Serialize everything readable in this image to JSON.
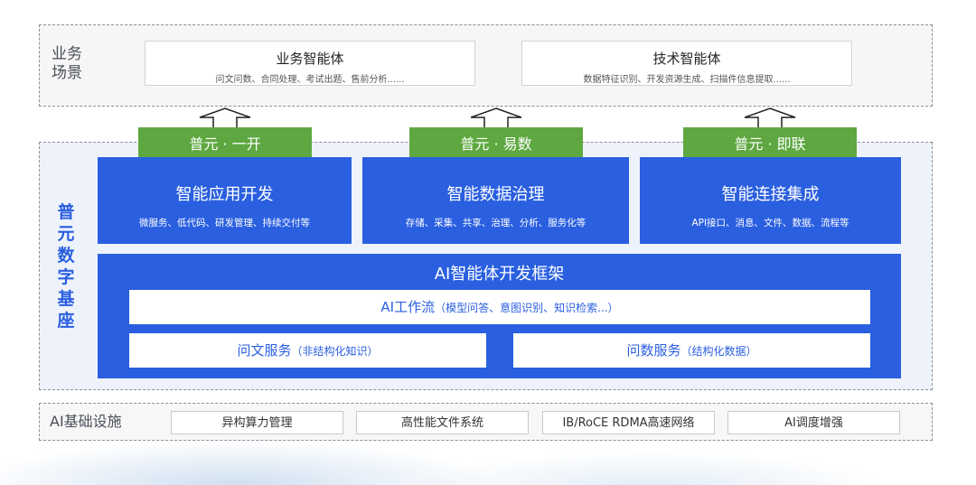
{
  "business_scene": {
    "label_line1": "业务",
    "label_line2": "场景",
    "agents": [
      {
        "title": "业务智能体",
        "desc": "问文问数、合同处理、考试出题、售前分析......"
      },
      {
        "title": "技术智能体",
        "desc": "数据特征识别、开发资源生成、扫描件信息提取......"
      }
    ]
  },
  "foundation": {
    "label_chars": [
      "普",
      "元",
      "数",
      "字",
      "基",
      "座"
    ],
    "products": [
      {
        "tab": "普元 · 一开",
        "title": "智能应用开发",
        "desc": "微服务、低代码、研发管理、持续交付等"
      },
      {
        "tab": "普元 · 易数",
        "title": "智能数据治理",
        "desc": "存储、采集、共享、治理、分析、服务化等"
      },
      {
        "tab": "普元 · 即联",
        "title": "智能连接集成",
        "desc": "API接口、消息、文件、数据、流程等"
      }
    ],
    "framework": {
      "title": "AI智能体开发框架",
      "workflow_main": "AI工作流",
      "workflow_sub": "（模型问答、意图识别、知识检索...）",
      "services": [
        {
          "main": "问文服务",
          "sub": "（非结构化知识）"
        },
        {
          "main": "问数服务",
          "sub": "（结构化数据）"
        }
      ]
    }
  },
  "infrastructure": {
    "label": "AI基础设施",
    "items": [
      "异构算力管理",
      "高性能文件系统",
      "IB/RoCE RDMA高速网络",
      "AI调度增强"
    ]
  },
  "colors": {
    "primary_blue": "#2a5fe0",
    "tab_green": "#5fa841",
    "dashed_border": "#8a8f98"
  },
  "icons": [
    "up-arrow-icon"
  ]
}
